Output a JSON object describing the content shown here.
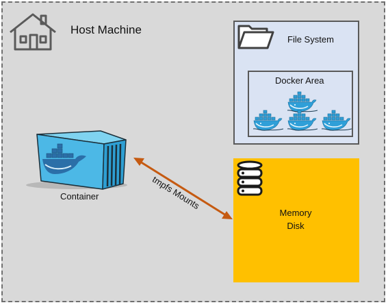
{
  "host": {
    "title": "Host Machine",
    "icon": "house-icon"
  },
  "file_system": {
    "label": "File System",
    "icon": "folder-icon",
    "docker_area": {
      "label": "Docker Area",
      "icon": "docker-whale-icon",
      "count": 4
    }
  },
  "container": {
    "label": "Container",
    "icon": "shipping-container-icon"
  },
  "memory": {
    "line1": "Memory",
    "line2": "Disk",
    "icon": "database-icon"
  },
  "link": {
    "label": "tmpfs Mounts"
  },
  "colors": {
    "host_background": "#d9d9d9",
    "host_border": "#6f6f6f",
    "file_system_fill": "#dae3f3",
    "memory_fill": "#ffc000",
    "arrow": "#c55a11",
    "docker_blue": "#2f9fd8"
  }
}
